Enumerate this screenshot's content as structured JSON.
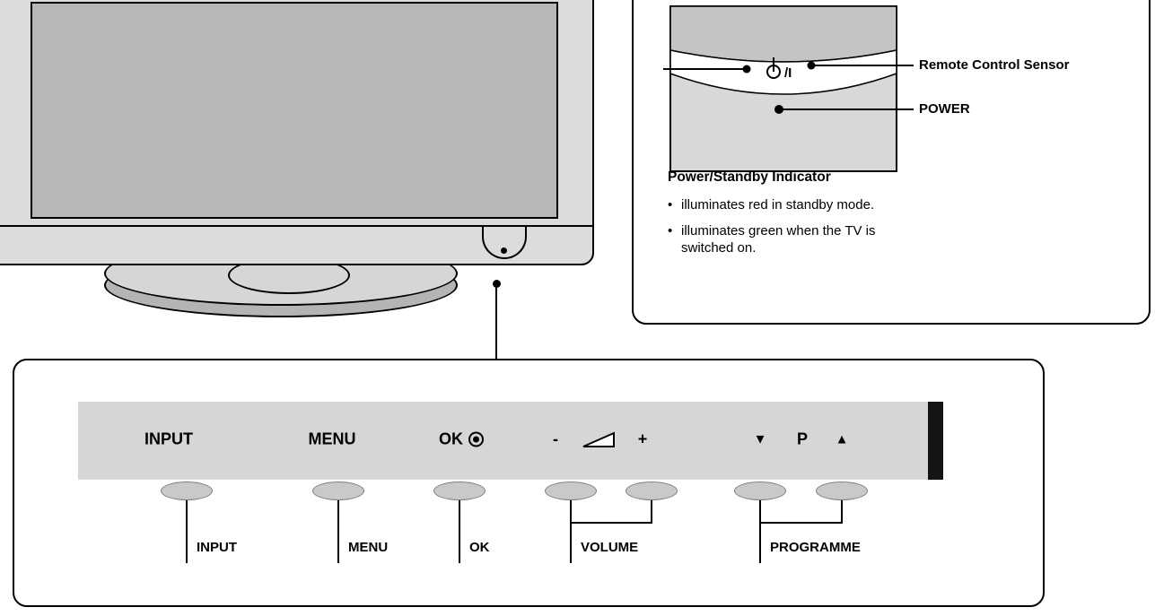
{
  "power_callout": {
    "standby_symbol_suffix": "/I",
    "remote_sensor_label": "Remote Control Sensor",
    "power_label": "POWER",
    "indicator_title": "Power/Standby Indicator",
    "bullets": [
      "illuminates red in standby mode.",
      "illuminates green when the TV is switched on."
    ]
  },
  "control_panel": {
    "buttons": {
      "input": "INPUT",
      "menu": "MENU",
      "ok": "OK",
      "volume_minus": "-",
      "volume_plus": "+",
      "programme_down": "▼",
      "programme_letter": "P",
      "programme_up": "▲"
    },
    "labels": {
      "input": "INPUT",
      "menu": "MENU",
      "ok": "OK",
      "volume": "VOLUME",
      "programme": "PROGRAMME"
    }
  },
  "icons": {
    "standby_power_symbol": "circle-with-stem (⏻)",
    "ok_fisheye": "ring-with-center-dot (◉)",
    "volume_wedge": "right-triangle-wedge (⊿)"
  }
}
